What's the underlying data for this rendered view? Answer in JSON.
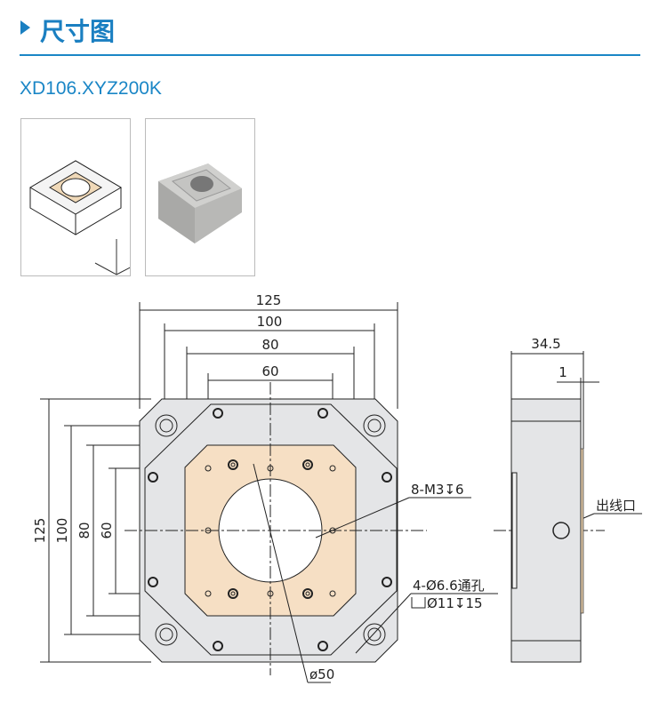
{
  "header": {
    "title": "尺寸图",
    "model": "XD106.XYZ200K"
  },
  "thumbnails": [
    {
      "name": "line-drawing-isometric"
    },
    {
      "name": "product-photo"
    }
  ],
  "drawing": {
    "top_dims": [
      "125",
      "100",
      "80",
      "60"
    ],
    "left_dims": [
      "125",
      "100",
      "80",
      "60"
    ],
    "side_dims": [
      "34.5",
      "1"
    ],
    "callouts": {
      "tapped": "8-M3↧6",
      "through": "4-Ø6.6通孔",
      "counterbore": "Ø11↧15",
      "bore": "ø50",
      "outlet": "出线口"
    },
    "colors": {
      "plate": "#e4e5e7",
      "top_plate": "#f6dfc4",
      "accent": "#1a7fc1"
    }
  }
}
